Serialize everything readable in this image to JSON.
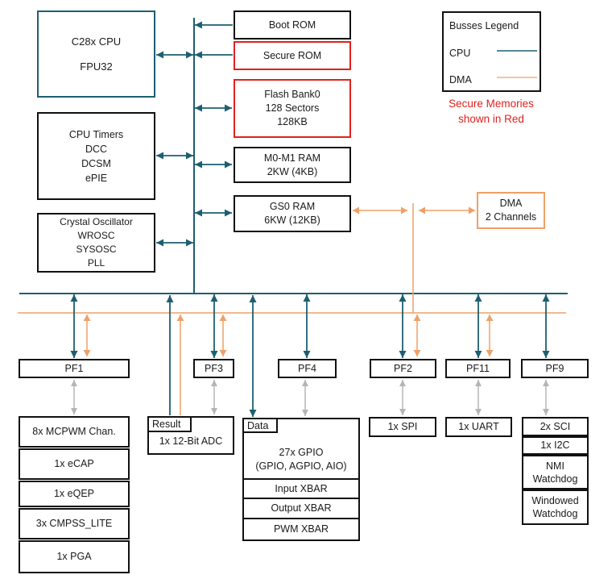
{
  "colors": {
    "cpu_bus": "#1d5f71",
    "dma_bus": "#efa066",
    "secure_red": "#e0211d",
    "link_gray": "#b5b5b5",
    "box_border": "#111111"
  },
  "legend": {
    "title": "Busses Legend",
    "cpu_label": "CPU",
    "dma_label": "DMA",
    "note_line1": "Secure Memories",
    "note_line2": "shown in Red"
  },
  "cpu_block": {
    "line1": "C28x CPU",
    "line2": "FPU32"
  },
  "system_block": {
    "lines": [
      "CPU Timers",
      "DCC",
      "DCSM",
      "ePIE"
    ]
  },
  "clock_block": {
    "lines": [
      "Crystal Oscillator",
      "WROSC",
      "SYSOSC",
      "PLL"
    ]
  },
  "memories": {
    "boot_rom": "Boot ROM",
    "secure_rom": "Secure ROM",
    "flash": [
      "Flash Bank0",
      "128 Sectors",
      "128KB"
    ],
    "m0m1": [
      "M0-M1 RAM",
      "2KW (4KB)"
    ],
    "gs0": [
      "GS0 RAM",
      "6KW (12KB)"
    ]
  },
  "dma_block": {
    "line1": "DMA",
    "line2": "2 Channels"
  },
  "pf": [
    "PF1",
    "PF3",
    "PF4",
    "PF2",
    "PF11",
    "PF9"
  ],
  "peripherals": {
    "control": [
      "8x MCPWM Chan.",
      "1x eCAP",
      "1x eQEP",
      "3x CMPSS_LITE",
      "1x PGA"
    ],
    "adc": {
      "tab": "Result",
      "label": "1x 12-Bit ADC"
    },
    "gpio": {
      "tab": "Data",
      "line1": "27x GPIO",
      "line2": "(GPIO, AGPIO, AIO)",
      "rows": [
        "Input XBAR",
        "Output XBAR",
        "PWM XBAR"
      ]
    },
    "spi": "1x SPI",
    "uart": "1x UART",
    "comms": [
      {
        "lines": [
          "2x SCI"
        ]
      },
      {
        "lines": [
          "1x I2C"
        ]
      },
      {
        "lines": [
          "NMI",
          "Watchdog"
        ]
      },
      {
        "lines": [
          "Windowed",
          "Watchdog"
        ]
      }
    ]
  }
}
